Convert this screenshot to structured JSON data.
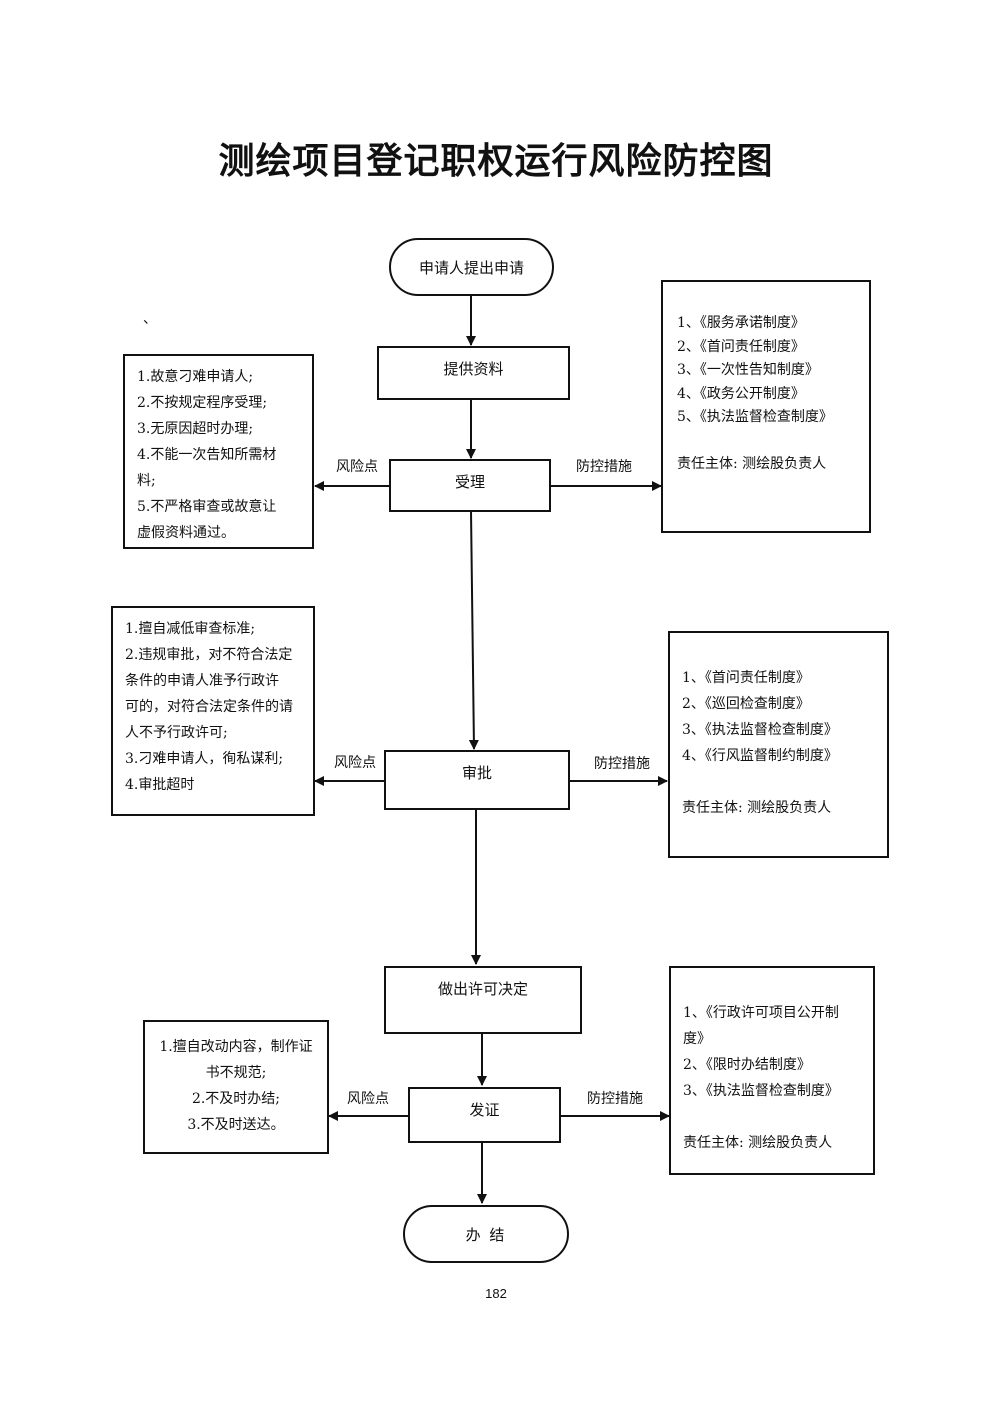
{
  "title": "测绘项目登记职权运行风险防控图",
  "stray_mark": "、",
  "nodes": {
    "start": "申请人提出申请",
    "provide": "提供资料",
    "accept": "受理",
    "approve": "审批",
    "decision": "做出许可决定",
    "issue": "发证",
    "end": "办  结"
  },
  "labels": {
    "risk": "风险点",
    "control": "防控措施"
  },
  "accept_risks": [
    "1.故意刁难申请人;",
    "2.不按规定程序受理;",
    "3.无原因超时办理;",
    "4.不能一次告知所需材",
    "料;",
    "5.不严格审查或故意让",
    "虚假资料通过。"
  ],
  "accept_controls": [
    "1、《服务承诺制度》",
    "2、《首问责任制度》",
    "3、《一次性告知制度》",
    "4、《政务公开制度》",
    "5、《执法监督检查制度》"
  ],
  "accept_owner": "责任主体: 测绘股负责人",
  "approve_risks": [
    "1.擅自减低审查标准;",
    "2.违规审批，对不符合法定",
    "条件的申请人准予行政许",
    "可的，对符合法定条件的请",
    "人不予行政许可;",
    "3.刁难申请人，徇私谋利;",
    "4.审批超时"
  ],
  "approve_controls": [
    "1、《首问责任制度》",
    "2、《巡回检查制度》",
    "3、《执法监督检查制度》",
    "4、《行风监督制约制度》"
  ],
  "approve_owner": "责任主体: 测绘股负责人",
  "issue_risks": [
    "1.擅自改动内容，制作证",
    "书不规范;",
    "2.不及时办结;",
    "3.不及时送达。"
  ],
  "issue_controls": [
    "1、《行政许可项目公开制",
    "度》",
    "2、《限时办结制度》",
    "3、《执法监督检查制度》"
  ],
  "issue_owner": "责任主体: 测绘股负责人",
  "page_number": "182"
}
